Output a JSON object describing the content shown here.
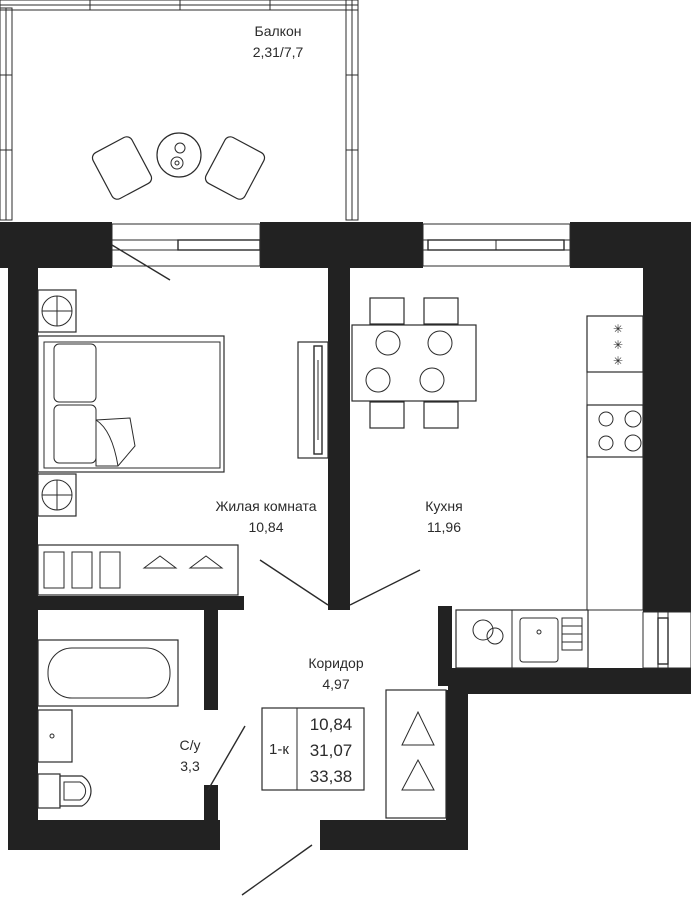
{
  "rooms": {
    "balcony": {
      "name": "Балкон",
      "area": "2,31/7,7"
    },
    "living": {
      "name": "Жилая комната",
      "area": "10,84"
    },
    "kitchen": {
      "name": "Кухня",
      "area": "11,96"
    },
    "corridor": {
      "name": "Коридор",
      "area": "4,97"
    },
    "bathroom": {
      "name": "С/у",
      "area": "3,3"
    }
  },
  "summary": {
    "type": "1-к",
    "living_area": "10,84",
    "total_area": "31,07",
    "total_with_balcony": "33,38"
  },
  "colors": {
    "wall": "#222222",
    "line": "#2b2b2b",
    "background": "#ffffff"
  }
}
